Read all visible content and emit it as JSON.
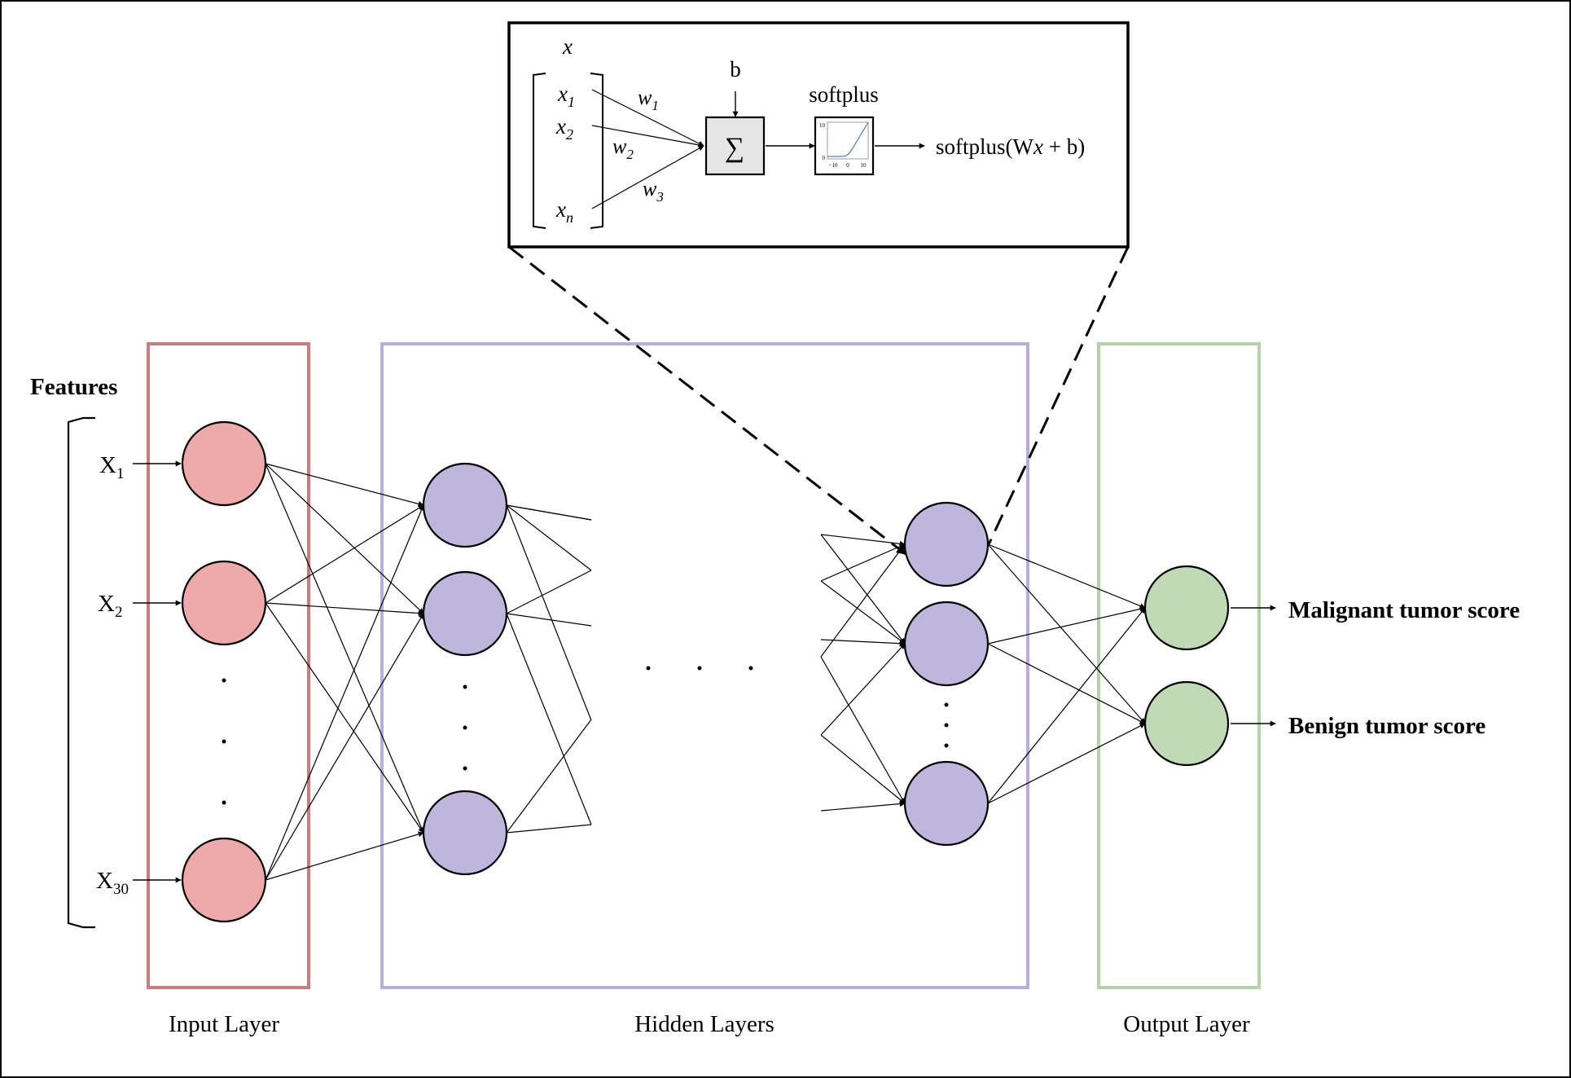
{
  "colors": {
    "input_fill": "#eeaaaa",
    "input_border": "#cc7b7b",
    "hidden_fill": "#c0b5dc",
    "hidden_border": "#b9addd",
    "output_fill": "#c0dab6",
    "output_border": "#b4d1a7",
    "sum_fill": "#e6e6e6",
    "plot_line": "#4a86c0"
  },
  "features": {
    "title": "Features",
    "inputs": [
      {
        "base": "X",
        "sub": "1"
      },
      {
        "base": "X",
        "sub": "2"
      },
      {
        "base": "X",
        "sub": "30"
      }
    ]
  },
  "layers": {
    "input": "Input Layer",
    "hidden": "Hidden Layers",
    "output": "Output Layer"
  },
  "outputs": {
    "malignant": "Malignant tumor score",
    "benign": "Benign tumor score"
  },
  "neuron": {
    "vector_label": "x",
    "inputs": [
      {
        "base": "x",
        "sub": "1"
      },
      {
        "base": "x",
        "sub": "2"
      },
      {
        "base": "x",
        "sub": "n"
      }
    ],
    "weights": [
      {
        "base": "w",
        "sub": "1"
      },
      {
        "base": "w",
        "sub": "2"
      },
      {
        "base": "w",
        "sub": "3"
      }
    ],
    "bias": "b",
    "sum_symbol": "∑",
    "activation_name": "softplus",
    "result_prefix": "softplus(W",
    "result_var": "x",
    "result_suffix": " + b)",
    "plot": {
      "y_ticks": [
        "10",
        "0"
      ],
      "x_ticks": [
        "−10",
        "0",
        "10"
      ]
    }
  }
}
